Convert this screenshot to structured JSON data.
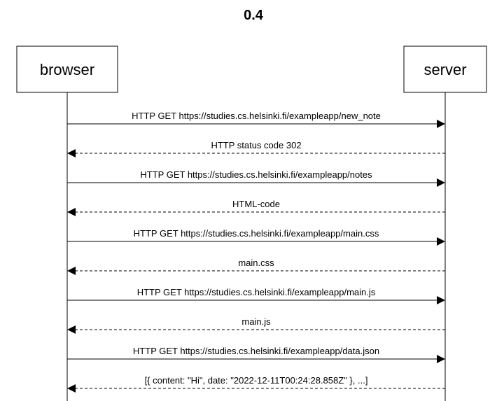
{
  "title": "0.4",
  "participants": [
    {
      "id": "browser",
      "label": "browser"
    },
    {
      "id": "server",
      "label": "server"
    }
  ],
  "messages": [
    {
      "from": "browser",
      "to": "server",
      "style": "solid",
      "label": "HTTP GET https://studies.cs.helsinki.fi/exampleapp/new_note"
    },
    {
      "from": "server",
      "to": "browser",
      "style": "dashed",
      "label": "HTTP status code 302"
    },
    {
      "from": "browser",
      "to": "server",
      "style": "solid",
      "label": "HTTP GET https://studies.cs.helsinki.fi/exampleapp/notes"
    },
    {
      "from": "server",
      "to": "browser",
      "style": "dashed",
      "label": "HTML-code"
    },
    {
      "from": "browser",
      "to": "server",
      "style": "solid",
      "label": "HTTP GET https://studies.cs.helsinki.fi/exampleapp/main.css"
    },
    {
      "from": "server",
      "to": "browser",
      "style": "dashed",
      "label": "main.css"
    },
    {
      "from": "browser",
      "to": "server",
      "style": "solid",
      "label": "HTTP GET https://studies.cs.helsinki.fi/exampleapp/main.js"
    },
    {
      "from": "server",
      "to": "browser",
      "style": "dashed",
      "label": "main.js"
    },
    {
      "from": "browser",
      "to": "server",
      "style": "solid",
      "label": "HTTP GET https://studies.cs.helsinki.fi/exampleapp/data.json"
    },
    {
      "from": "server",
      "to": "browser",
      "style": "dashed",
      "label": "[{ content: \"Hi\", date: \"2022-12-11T00:24:28.858Z\" }, ...]"
    }
  ]
}
